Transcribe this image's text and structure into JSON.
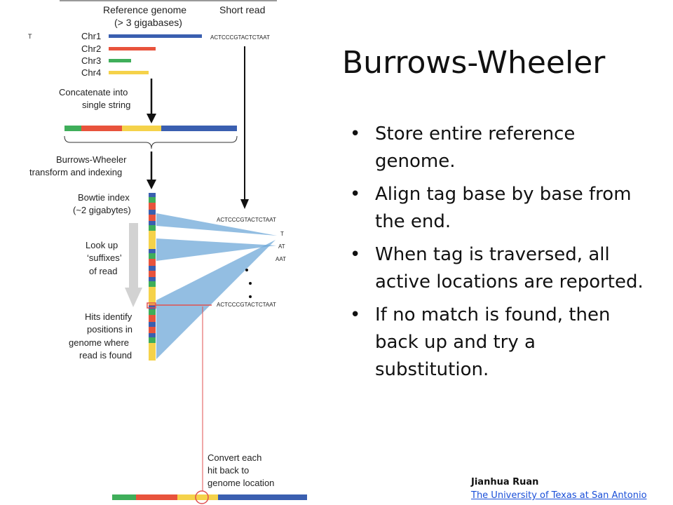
{
  "slide": {
    "title": "Burrows-Wheeler",
    "bullets": [
      "Store entire reference genome.",
      "Align tag base by base from the end.",
      "When tag is traversed, all active locations are reported.",
      "If no match is found, then back up and try a substitution."
    ],
    "author": "Jianhua Ruan",
    "affiliation": "The University of Texas at San Antonio"
  },
  "diagram": {
    "header_reference": [
      "Reference genome",
      "(> 3 gigabases)"
    ],
    "header_short_read": "Short read",
    "read_sequence": "ACTCCCGTACTCTAAT",
    "chromosomes": [
      "Chr1",
      "Chr2",
      "Chr3",
      "Chr4"
    ],
    "step_concatenate": [
      "Concatenate into",
      "single string"
    ],
    "step_bwt": [
      "Burrows-Wheeler",
      "transform and indexing"
    ],
    "step_bowtie": [
      "Bowtie index",
      "(~2 gigabytes)"
    ],
    "step_lookup": [
      "Look up",
      "‘suffixes’",
      "of read"
    ],
    "step_hits": [
      "Hits identify",
      "positions in",
      "genome where",
      "read is found"
    ],
    "step_convert": [
      "Convert each",
      "hit back to",
      "genome location"
    ],
    "suffixes": [
      "T",
      "AT",
      "AAT"
    ],
    "colors": {
      "chr1": "#3a5fb0",
      "chr2": "#e8533c",
      "chr3": "#3fae5a",
      "chr4": "#f5d24a",
      "cone": "#6fa8d8",
      "hit": "#e05050"
    }
  }
}
